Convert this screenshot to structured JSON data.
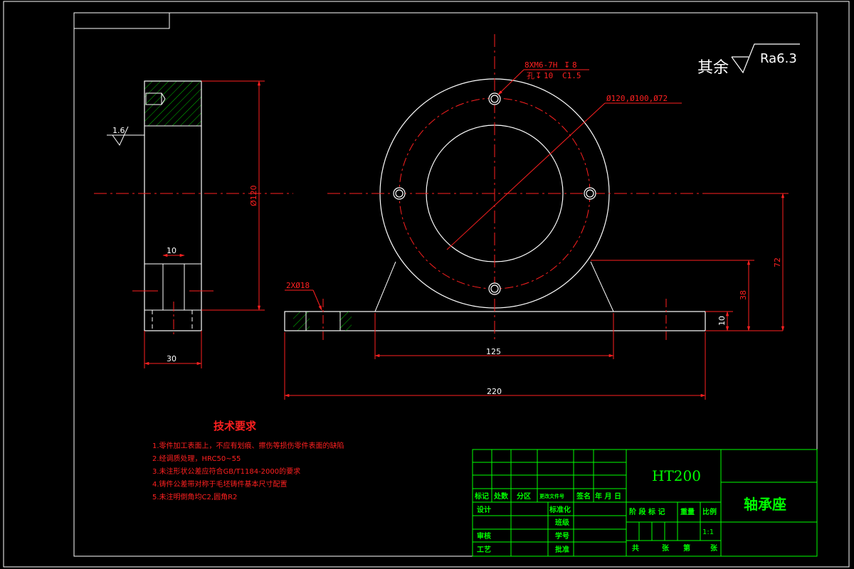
{
  "colors": {
    "background": "#000000",
    "outline": "#ffffff",
    "dimension": "#ff2020",
    "centerline": "#ff2020",
    "hatch": "#00c000",
    "title_block": "#00ff00",
    "title_text": "#00ff00"
  },
  "roughness": {
    "prefix": "其余",
    "value": "Ra6.3",
    "local_value": "1.6"
  },
  "dims": {
    "thread_callout": "8XM6-7H",
    "thread_depth": "8",
    "hole_depth_prefix": "孔",
    "hole_depth": "10",
    "chamfer": "C1.5",
    "diameters": "Ø120,Ø100,Ø72",
    "side_height": "Ø120",
    "slot_width": "10",
    "side_width": "30",
    "base_holes": "2XØ18",
    "base_spacing": "125",
    "base_length": "220",
    "base_thickness": "10",
    "support_height": "38",
    "center_height": "72"
  },
  "tech": {
    "title": "技术要求",
    "items": [
      "1.零件加工表面上，不应有划痕、擦伤等损伤零件表面的缺陷",
      "2.经调质处理，HRC50~55",
      "3.未注形状公差应符合GB/T1184-2000的要求",
      "4.铸件公差带对称于毛坯铸件基本尺寸配置",
      "5.未注明倒角均C2,圆角R2"
    ]
  },
  "title_block": {
    "material": "HT200",
    "part_name": "轴承座",
    "header_mark": "标记",
    "header_count": "处数",
    "header_zone": "分区",
    "header_doc": "更改文件号",
    "header_sign": "签名",
    "header_date": "年 月 日",
    "design": "设计",
    "standardize": "标准化",
    "stage": "阶 段 标 记",
    "weight": "重量",
    "scale_label": "比例",
    "class": "班级",
    "review": "审核",
    "student_id": "学号",
    "process": "工艺",
    "approve": "批准",
    "scale_value": "1:1",
    "sheets_total": "共",
    "sheets_unit": "张",
    "sheet_no": "第",
    "sheet_unit": "张"
  }
}
